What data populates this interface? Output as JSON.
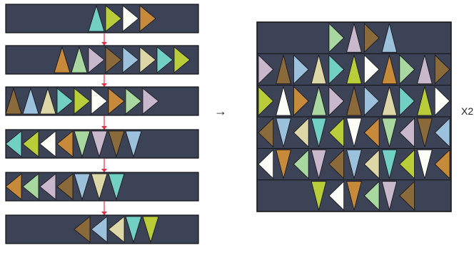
{
  "diagram": {
    "arrow_symbol": "→",
    "multiplier": "X2",
    "row_count": 6,
    "assembled_block_rows": 6,
    "colors": {
      "background_fabric": "#3d4357",
      "seam": "#111111",
      "connector_arrow": "#e0304a",
      "teal": "#72cfc4",
      "lime": "#b9cd3a",
      "white": "#fdfdf7",
      "mustard": "#c68a3a",
      "print_green": "#a8d8a0",
      "print_stripe": "#c9b8cc",
      "print_leopard": "#8a6a3a",
      "print_blue": "#9bc1dd",
      "print_cream": "#ddd7a8"
    }
  }
}
